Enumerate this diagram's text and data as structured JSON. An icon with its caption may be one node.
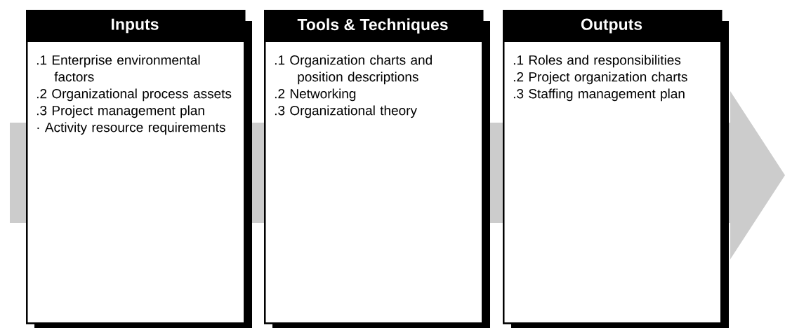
{
  "diagram": {
    "nodes": [
      {
        "text": [
          "Inputs",
          ".1 Enterprise environmental factors",
          ".2 Organizational process assets",
          ".3 Project management plan",
          "· Activity resource requirements"
        ]
      },
      {
        "text": [
          "Tools & Techniques",
          ".1  Organization charts and position descriptions",
          ".2  Networking",
          ".3  Organizational theory"
        ]
      },
      {
        "text": [
          "Outputs",
          ".1  Roles and responsibilities",
          ".2  Project organization charts",
          ".3  Staffing management plan"
        ]
      }
    ]
  }
}
